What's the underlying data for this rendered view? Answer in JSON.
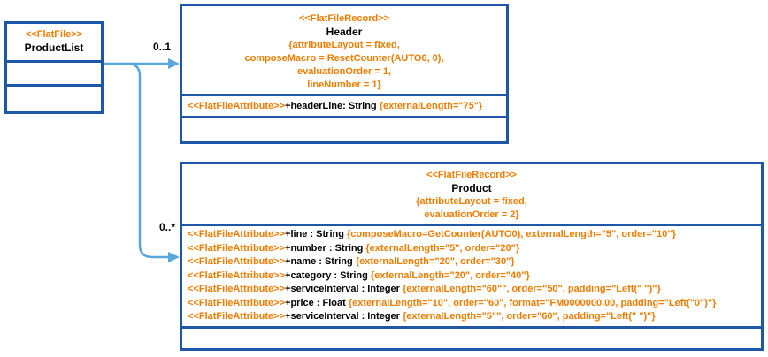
{
  "colors": {
    "box_border_blue": "#1e56a8",
    "connector_blue": "#5aa7db",
    "stereotype_orange": "#f07c00",
    "text_black": "#000000"
  },
  "flatfile_box": {
    "stereotype": "<<FlatFile>>",
    "name": "ProductList"
  },
  "multiplicity": {
    "header": "0..1",
    "product": "0..*"
  },
  "header_box": {
    "stereotype": "<<FlatFileRecord>>",
    "name": "Header",
    "constraints": [
      "{attributeLayout = fixed,",
      "composeMacro = ResetCounter(AUTO0, 0),",
      "evaluationOrder = 1,",
      "lineNumber = 1}"
    ],
    "attributes": [
      {
        "stereotype": "<<FlatFileAttribute>>",
        "signature": "+headerLine: String ",
        "properties": "{externalLength=\"75\"}"
      }
    ]
  },
  "product_box": {
    "stereotype": "<<FlatFileRecord>>",
    "name": "Product",
    "constraints": [
      "{attributeLayout = fixed,",
      "evaluationOrder = 2}"
    ],
    "attributes": [
      {
        "stereotype": "<<FlatFileAttribute>>",
        "signature": "+line : String ",
        "properties": "{composeMacro=GetCounter(AUTO0), externalLength=\"5\", order=\"10\"}"
      },
      {
        "stereotype": "<<FlatFileAttribute>>",
        "signature": "+number : String ",
        "properties": "{externalLength=\"5\", order=\"20\"}"
      },
      {
        "stereotype": "<<FlatFileAttribute>>",
        "signature": "+name : String ",
        "properties": "{externalLength=\"20\", order=\"30\"}"
      },
      {
        "stereotype": "<<FlatFileAttribute>>",
        "signature": "+category : String ",
        "properties": "{externalLength=\"20\", order=\"40\"}"
      },
      {
        "stereotype": "<<FlatFileAttribute>>",
        "signature": "+serviceInterval : Integer ",
        "properties": "{externalLength=\"60\"\", order=\"50\", padding=\"Left(\" \")\"}"
      },
      {
        "stereotype": "<<FlatFileAttribute>>",
        "signature": "+price : Float ",
        "properties": "{externalLength=\"10\", order=\"60\", format=\"FM0000000.00, padding=\"Left(\"0\")\"}"
      },
      {
        "stereotype": "<<FlatFileAttribute>>",
        "signature": "+serviceInterval : Integer ",
        "properties": "{externalLength=\"5\"\", order=\"60\", padding=\"Left(\" \")\"}"
      }
    ]
  }
}
